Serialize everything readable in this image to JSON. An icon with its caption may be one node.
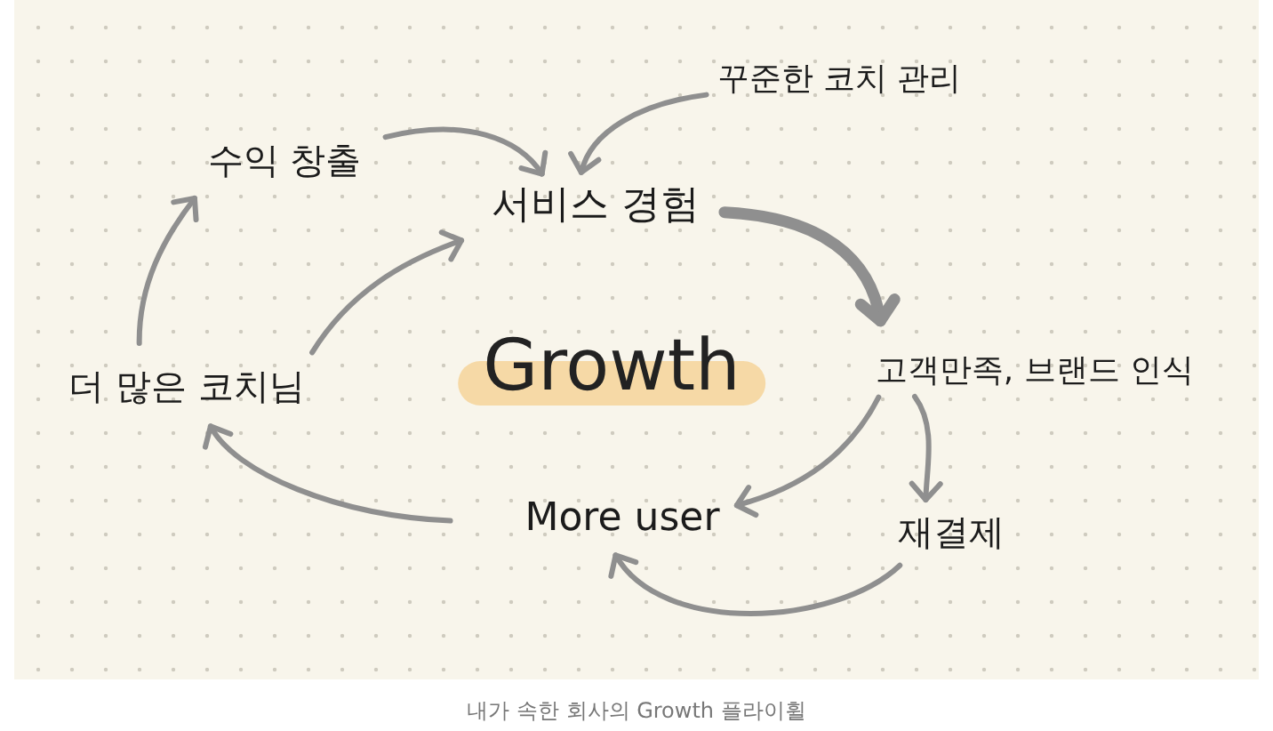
{
  "diagram": {
    "caption": "내가 속한 회사의 Growth 플라이휠",
    "nodes": [
      {
        "text": [
          "꾸준한 코치 관리"
        ]
      },
      {
        "text": [
          "수익 창출"
        ]
      },
      {
        "text": [
          "서비스 경험"
        ]
      },
      {
        "text": [
          "더 많은 코치님"
        ]
      },
      {
        "text": [
          "Growth"
        ]
      },
      {
        "text": [
          "고객만족, 브랜드 인식"
        ]
      },
      {
        "text": [
          "More user"
        ]
      },
      {
        "text": [
          "재결제"
        ]
      }
    ],
    "edges": [
      {
        "from": 1,
        "to": 2,
        "arrow": "to"
      },
      {
        "from": 0,
        "to": 2,
        "arrow": "to"
      },
      {
        "from": 2,
        "to": 5,
        "arrow": "to",
        "style": "thick"
      },
      {
        "from": 5,
        "to": 6,
        "arrow": "to"
      },
      {
        "from": 5,
        "to": 7,
        "arrow": "to"
      },
      {
        "from": 7,
        "to": 6,
        "arrow": "to"
      },
      {
        "from": 6,
        "to": 3,
        "arrow": "to"
      },
      {
        "from": 3,
        "to": 1,
        "arrow": "to"
      },
      {
        "from": 3,
        "to": 2,
        "arrow": "to"
      }
    ]
  }
}
